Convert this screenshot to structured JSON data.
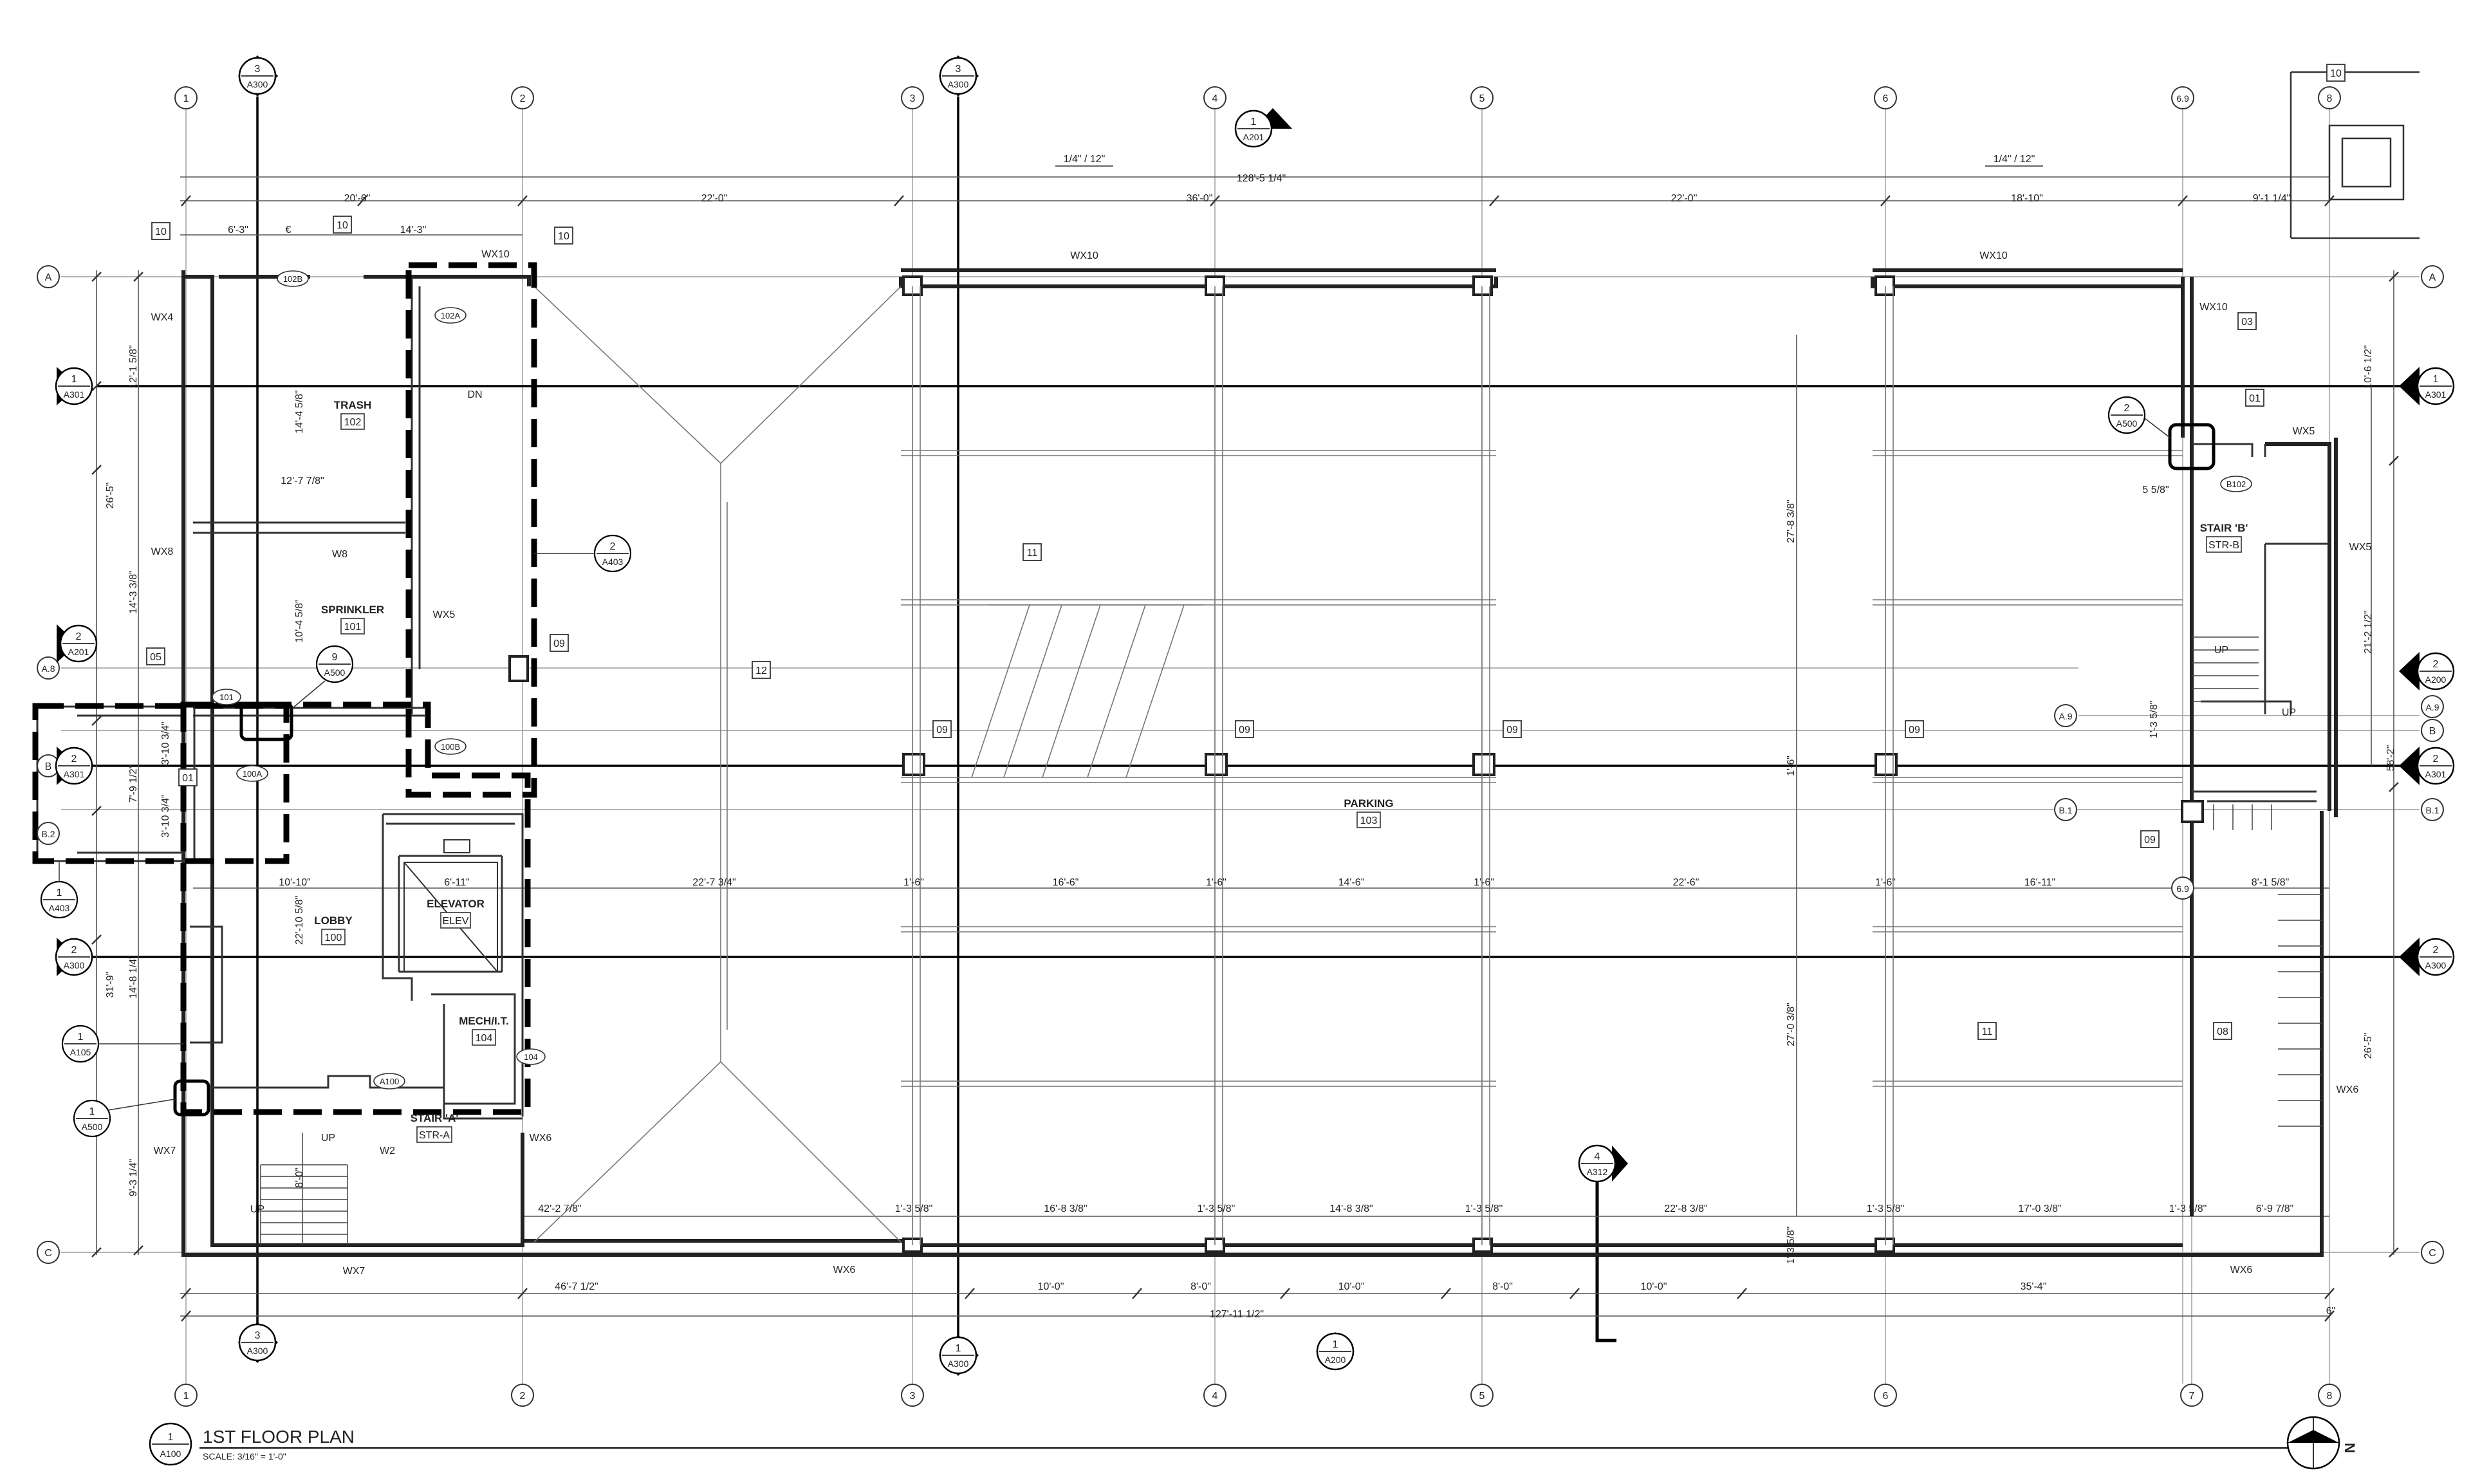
{
  "title_block": {
    "drawing_no": "1",
    "sheet": "A100",
    "title": "1ST FLOOR PLAN",
    "scale": "SCALE: 3/16\" = 1'-0\""
  },
  "north_label": "N",
  "grid_columns": [
    {
      "label": "1"
    },
    {
      "label": "2"
    },
    {
      "label": "3"
    },
    {
      "label": "4"
    },
    {
      "label": "5"
    },
    {
      "label": "6"
    },
    {
      "label": "6.9"
    },
    {
      "label": "7"
    },
    {
      "label": "8"
    }
  ],
  "grid_rows": [
    {
      "label": "A"
    },
    {
      "label": "A.8"
    },
    {
      "label": "A.9"
    },
    {
      "label": "B"
    },
    {
      "label": "B.1"
    },
    {
      "label": "B.2"
    },
    {
      "label": "C"
    }
  ],
  "rooms": [
    {
      "name": "TRASH",
      "number": "102"
    },
    {
      "name": "SPRINKLER",
      "number": "101"
    },
    {
      "name": "LOBBY",
      "number": "100"
    },
    {
      "name": "ELEVATOR",
      "number": "ELEV"
    },
    {
      "name": "MECH/I.T.",
      "number": "104"
    },
    {
      "name": "STAIR 'A'",
      "number": "STR-A"
    },
    {
      "name": "PARKING",
      "number": "103"
    },
    {
      "name": "STAIR 'B'",
      "number": "STR-B"
    }
  ],
  "section_markers": [
    {
      "num": "3",
      "sheet": "A300"
    },
    {
      "num": "3",
      "sheet": "A300"
    },
    {
      "num": "1",
      "sheet": "A201"
    },
    {
      "num": "1",
      "sheet": "A300"
    },
    {
      "num": "1",
      "sheet": "A200"
    },
    {
      "num": "3",
      "sheet": "A300"
    },
    {
      "num": "1",
      "sheet": "A301"
    },
    {
      "num": "1",
      "sheet": "A301"
    },
    {
      "num": "2",
      "sheet": "A301"
    },
    {
      "num": "2",
      "sheet": "A301"
    },
    {
      "num": "2",
      "sheet": "A300"
    },
    {
      "num": "2",
      "sheet": "A300"
    },
    {
      "num": "2",
      "sheet": "A200"
    },
    {
      "num": "2",
      "sheet": "A201"
    },
    {
      "num": "4",
      "sheet": "A312"
    }
  ],
  "detail_callouts": [
    {
      "num": "2",
      "sheet": "A403"
    },
    {
      "num": "9",
      "sheet": "A500"
    },
    {
      "num": "1",
      "sheet": "A403"
    },
    {
      "num": "1",
      "sheet": "A105"
    },
    {
      "num": "1",
      "sheet": "A500"
    },
    {
      "num": "2",
      "sheet": "A500"
    }
  ],
  "keynotes": [
    "10",
    "10",
    "10",
    "10",
    "03",
    "01",
    "05",
    "11",
    "12",
    "09",
    "09",
    "09",
    "09",
    "09",
    "09",
    "01",
    "08",
    "11"
  ],
  "door_tags": [
    "102B",
    "102A",
    "101",
    "100A",
    "100B",
    "A100",
    "104",
    "B102"
  ],
  "wall_tags": [
    "WX10",
    "WX10",
    "WX10",
    "WX10",
    "WX4",
    "WX8",
    "W8",
    "WX5",
    "WX5",
    "WX6",
    "WX7",
    "W2",
    "WX7",
    "WX6",
    "WX6",
    "WX6",
    "WX5"
  ],
  "slope_notes": [
    "1/4\" / 12\"",
    "1/4\" / 12\""
  ],
  "stair_notes": [
    "DN",
    "UP",
    "UP",
    "UP",
    "UP"
  ],
  "dimensions": {
    "top_overall": "128'-5 1/4\"",
    "top_segments": [
      "20'-6\"",
      "22'-0\"",
      "36'-0\"",
      "22'-0\"",
      "18'-10\"",
      "9'-1 1/4\""
    ],
    "top_sub": [
      "6'-3\"",
      "14'-3\"",
      "€"
    ],
    "bottom_overall": "127'-11 1/2\"",
    "bottom_segments": [
      "46'-7 1/2\"",
      "10'-0\"",
      "8'-0\"",
      "10'-0\"",
      "8'-0\"",
      "10'-0\"",
      "35'-4\""
    ],
    "bottom_end": "6\"",
    "interior_bottom": [
      "42'-2 7/8\"",
      "1'-3 5/8\"",
      "16'-8 3/8\"",
      "1'-3 5/8\"",
      "14'-8 3/8\"",
      "1'-3 5/8\"",
      "22'-8 3/8\"",
      "1'-3 5/8\"",
      "17'-0 3/8\"",
      "1'-3 5/8\"",
      "6'-9 7/8\""
    ],
    "interior_mid": [
      "10'-10\"",
      "6'-11\"",
      "22'-7 3/4\"",
      "1'-6\"",
      "16'-6\"",
      "1'-6\"",
      "14'-6\"",
      "1'-6\"",
      "22'-6\"",
      "1'-6\"",
      "16'-11\"",
      "8'-1 5/8\""
    ],
    "left_segments": [
      "12'-1 5/8\"",
      "26'-5\"",
      "14'-3 3/8\"",
      "7'-9 1/2\"",
      "31'-9\"",
      "14'-8 1/4\"",
      "9'-3 1/4\""
    ],
    "interior_left": [
      "14'-4 5/8\"",
      "12'-7 7/8\"",
      "10'-4 5/8\"",
      "3'-10 3/4\"",
      "3'-10 3/4\"",
      "22'-10 5/8\"",
      "8'-0\""
    ],
    "right_segments": [
      "10'-6 1/2\"",
      "21'-2 1/2\"",
      "58'-2\"",
      "26'-5\""
    ],
    "interior_right": [
      "27'-8 3/8\"",
      "1'-3 5/8\"",
      "1'-6\"",
      "27'-0 3/8\"",
      "1'-3 5/8\"",
      "5 5/8\""
    ]
  }
}
